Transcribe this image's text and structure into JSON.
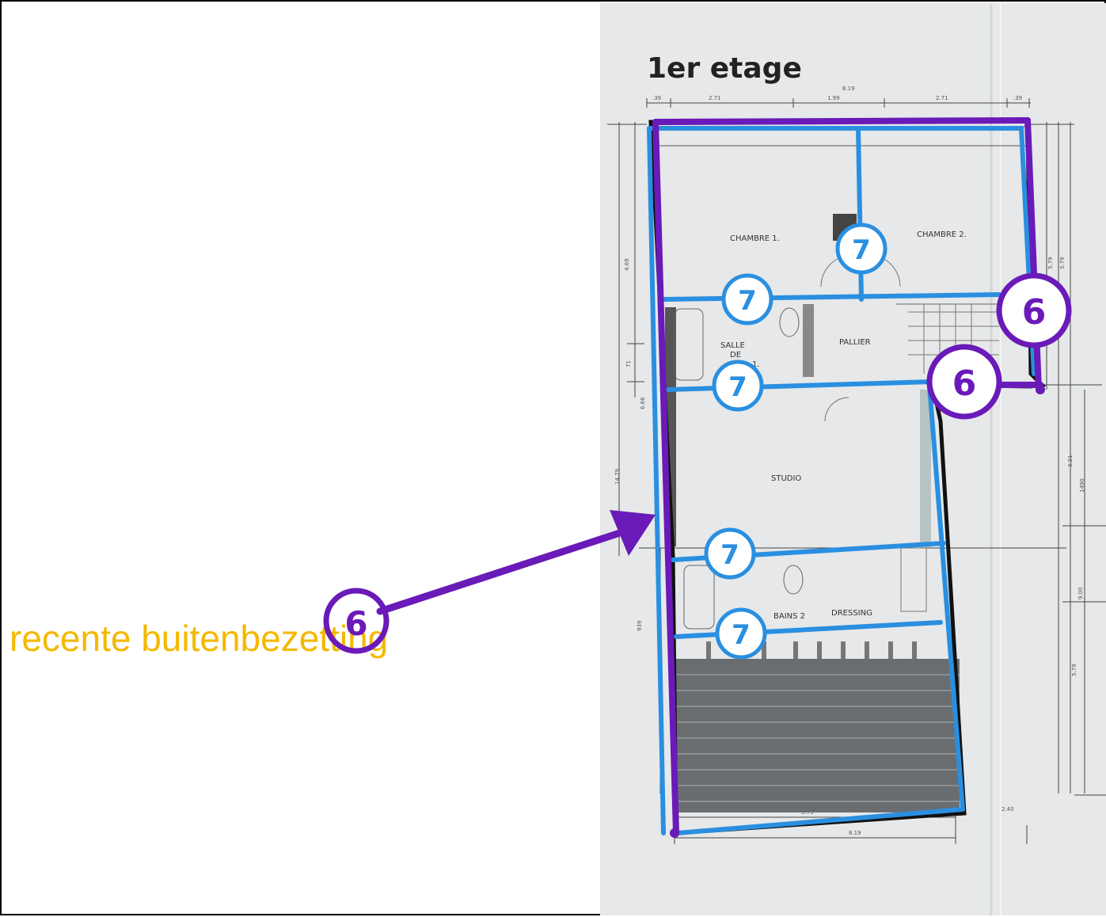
{
  "caption": {
    "text": "recente buitenbezetting"
  },
  "plan": {
    "title": "1er etage",
    "rooms": {
      "chambre1": "CHAMBRE 1.",
      "chambre2": "CHAMBRE 2.",
      "pallier": "PALLIER",
      "salle_line1": "SALLE",
      "salle_line2": "DE",
      "salle_line3": "1.",
      "studio": "STUDIO",
      "bains": "BAINS 2",
      "dressing": "DRESSING"
    },
    "dims": {
      "top_total": "8.19",
      "top_a": ".39",
      "top_b": "2.71",
      "top_c": "1.99",
      "top_d": "2.71",
      "top_e": ".39",
      "left_a": "4.69",
      "left_b": "71",
      "left_c": "14.79",
      "left_d": "6.66",
      "left_e": "939",
      "right_a": "5.79",
      "right_b": "5.79",
      "right_c": "3.21",
      "right_d": "1490",
      "right_e": "9.00",
      "right_f": "5.79",
      "bottom_a": "5.79",
      "bottom_b": "8.19",
      "bottom_c": "2.40"
    }
  },
  "badges": {
    "wall_7_a": "7",
    "wall_7_b": "7",
    "wall_7_c": "7",
    "wall_7_d": "7",
    "wall_7_e": "7",
    "facade_6_a": "6",
    "facade_6_b": "6",
    "facade_6_caption": "6"
  },
  "colors": {
    "caption": "#f5b800",
    "blue_line": "#2a8fe0",
    "purple_line": "#6a1ab8",
    "badge_fill": "#ffffff",
    "paper": "#e6e8e9"
  }
}
